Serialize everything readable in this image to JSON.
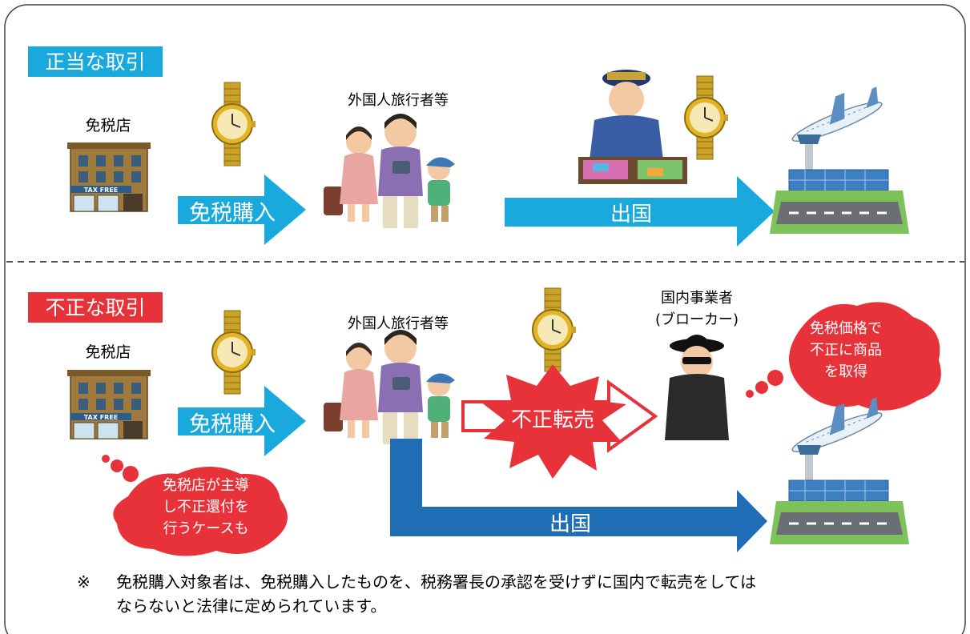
{
  "colors": {
    "legit": "#1aa9dd",
    "fraud": "#e8323a",
    "blue_arrow": "#1f6db5",
    "divider": "#555555",
    "border": "#444444"
  },
  "legit_section": {
    "title": "正当な取引",
    "shop_label": "免税店",
    "shop_icon": "tax-free-shop-icon",
    "purchase_arrow": "免税購入",
    "travelers_label": "外国人旅行者等",
    "departure_arrow": "出国",
    "customs_icon": "customs-officer-icon",
    "airport_icon": "airport-icon"
  },
  "fraud_section": {
    "title": "不正な取引",
    "shop_label": "免税店",
    "purchase_arrow": "免税購入",
    "travelers_label": "外国人旅行者等",
    "broker_label_line1": "国内事業者",
    "broker_label_line2": "(ブローカー)",
    "resale_label": "不正転売",
    "broker_bubble_lines": [
      "免税価格で",
      "不正に商品",
      "を取得"
    ],
    "shop_bubble_lines": [
      "免税店が主導",
      "し不正還付を",
      "行うケースも"
    ],
    "departure_arrow": "出国",
    "broker_icon": "broker-icon"
  },
  "footnote": {
    "mark": "※",
    "line1": "免税購入対象者は、免税購入したものを、税務署長の承認を受けずに国内で転売をしては",
    "line2": "ならないと法律に定められています。"
  }
}
